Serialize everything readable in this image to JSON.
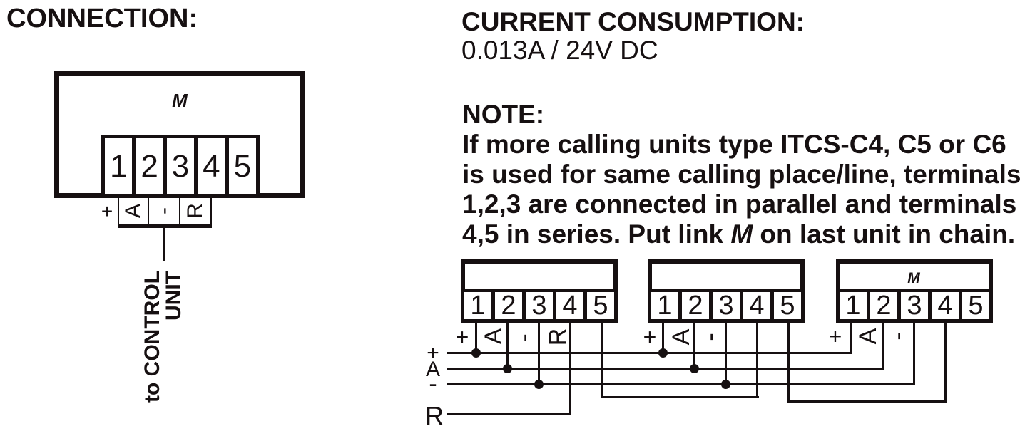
{
  "colors": {
    "ink": "#161011",
    "background": "#ffffff"
  },
  "connection": {
    "heading": "CONNECTION:",
    "m_label": "M",
    "terminals": [
      "1",
      "2",
      "3",
      "4",
      "5"
    ],
    "strip_labels": {
      "plus": "+",
      "a": "A",
      "minus": "-",
      "r": "R"
    },
    "control_unit_line1": "to CONTROL",
    "control_unit_line2": "UNIT"
  },
  "current": {
    "heading": "CURRENT CONSUMPTION:",
    "value": "0.013A / 24V DC"
  },
  "note": {
    "heading": "NOTE:",
    "line1": "If more calling units type ITCS-C4, C5 or C6",
    "line2": "is used for same calling place/line, terminals",
    "line3": "1,2,3 are connected in parallel and terminals",
    "line4a": "4,5 in series. Put link ",
    "line4_m": "M",
    "line4b": " on last unit in chain."
  },
  "chain": {
    "m_label": "M",
    "bus": {
      "plus": "+",
      "a": "A",
      "minus": "-",
      "r": "R"
    },
    "units": [
      {
        "terminals": [
          "1",
          "2",
          "3",
          "4",
          "5"
        ],
        "labels": {
          "plus": "+",
          "a": "A",
          "minus": "-",
          "r": "R"
        }
      },
      {
        "terminals": [
          "1",
          "2",
          "3",
          "4",
          "5"
        ],
        "labels": {
          "plus": "+",
          "a": "A",
          "minus": "-"
        }
      },
      {
        "terminals": [
          "1",
          "2",
          "3",
          "4",
          "5"
        ],
        "labels": {
          "plus": "+",
          "a": "A",
          "minus": "-"
        }
      }
    ]
  }
}
